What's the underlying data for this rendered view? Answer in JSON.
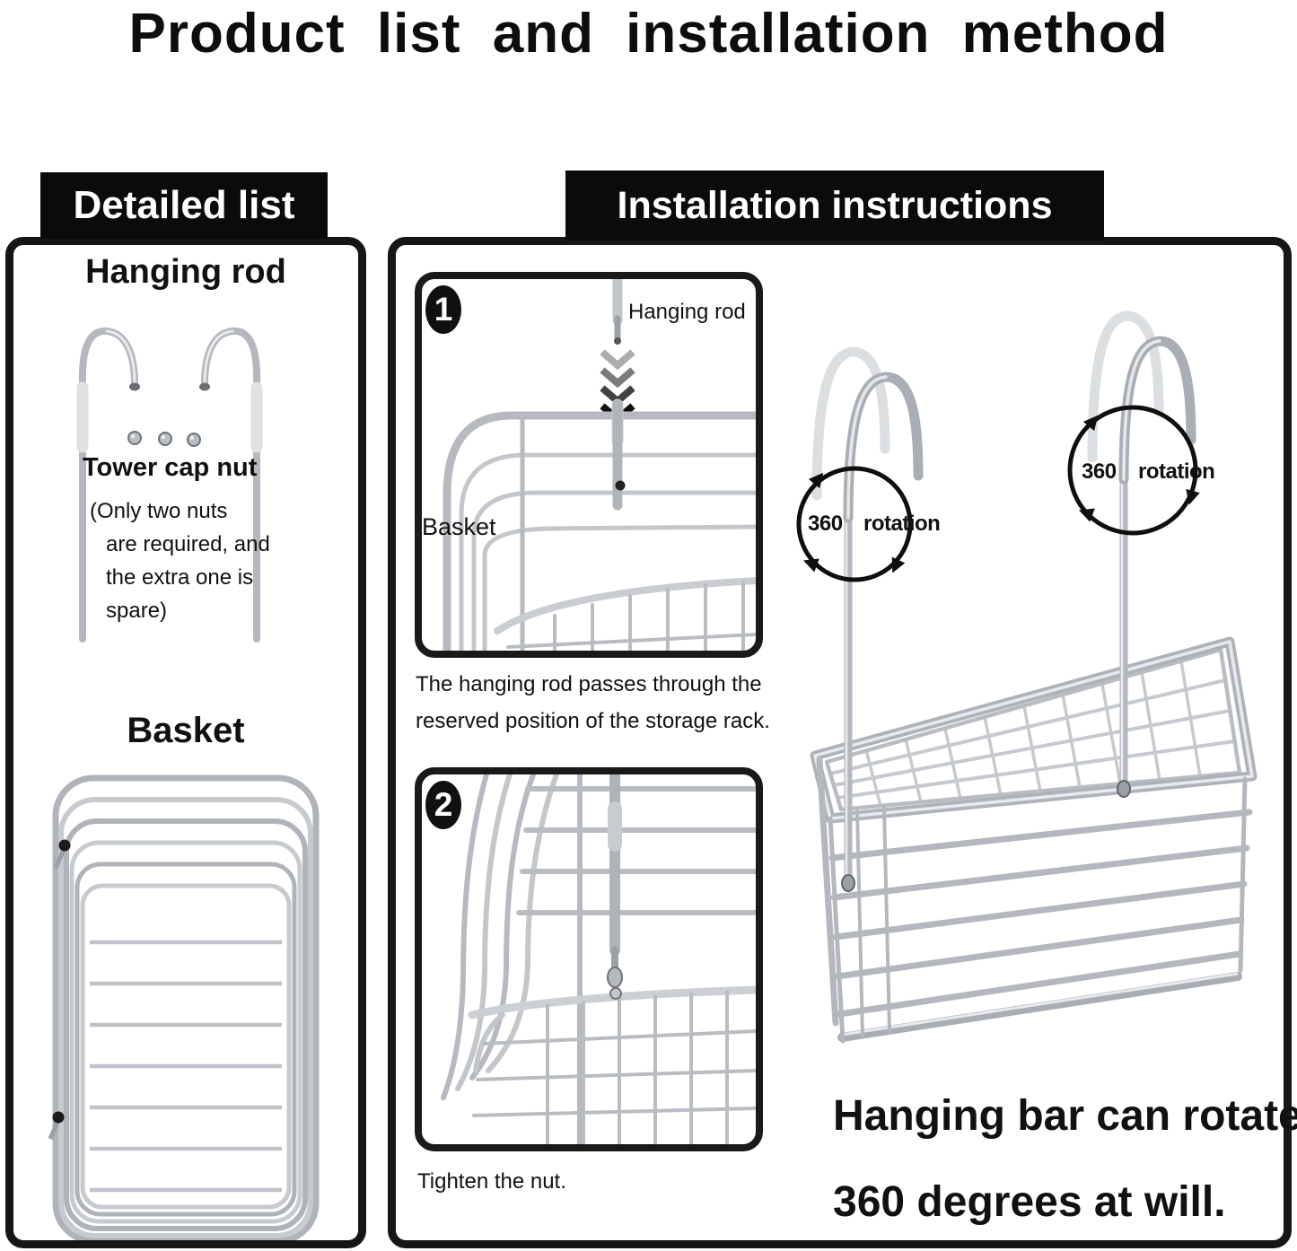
{
  "page": {
    "title": "Product list and installation method"
  },
  "colors": {
    "ink": "#111111",
    "header_bg": "#0b0b0b",
    "panel_border": "#161616",
    "chrome_light": "#dfe2e5",
    "chrome_mid": "#b4b8be",
    "chrome_dark": "#6e7378"
  },
  "icons": {
    "step_arrow": "chevron-down-icon",
    "rotation_arrows": "circular-rotation-arrow-icon",
    "step1_badge": "number-1-badge",
    "step2_badge": "number-2-badge"
  },
  "detailed_list": {
    "header": "Detailed list",
    "hanging_rod_label": "Hanging rod",
    "tower_cap_nut_label": "Tower cap nut",
    "note_lines": [
      "(Only two nuts",
      "are required, and",
      "the extra one is",
      "spare)"
    ],
    "basket_label": "Basket"
  },
  "installation": {
    "header": "Installation instructions",
    "step1": {
      "number": "1",
      "rod_label": "Hanging rod",
      "basket_label": "Basket",
      "caption_lines": [
        "The hanging rod passes through the",
        "reserved position of the storage rack."
      ]
    },
    "step2": {
      "number": "2",
      "caption": "Tighten the nut."
    },
    "rotation": {
      "degrees": "360",
      "word": "rotation"
    },
    "bottom_caption_lines": [
      "Hanging bar can rotate",
      "360 degrees at will."
    ]
  }
}
